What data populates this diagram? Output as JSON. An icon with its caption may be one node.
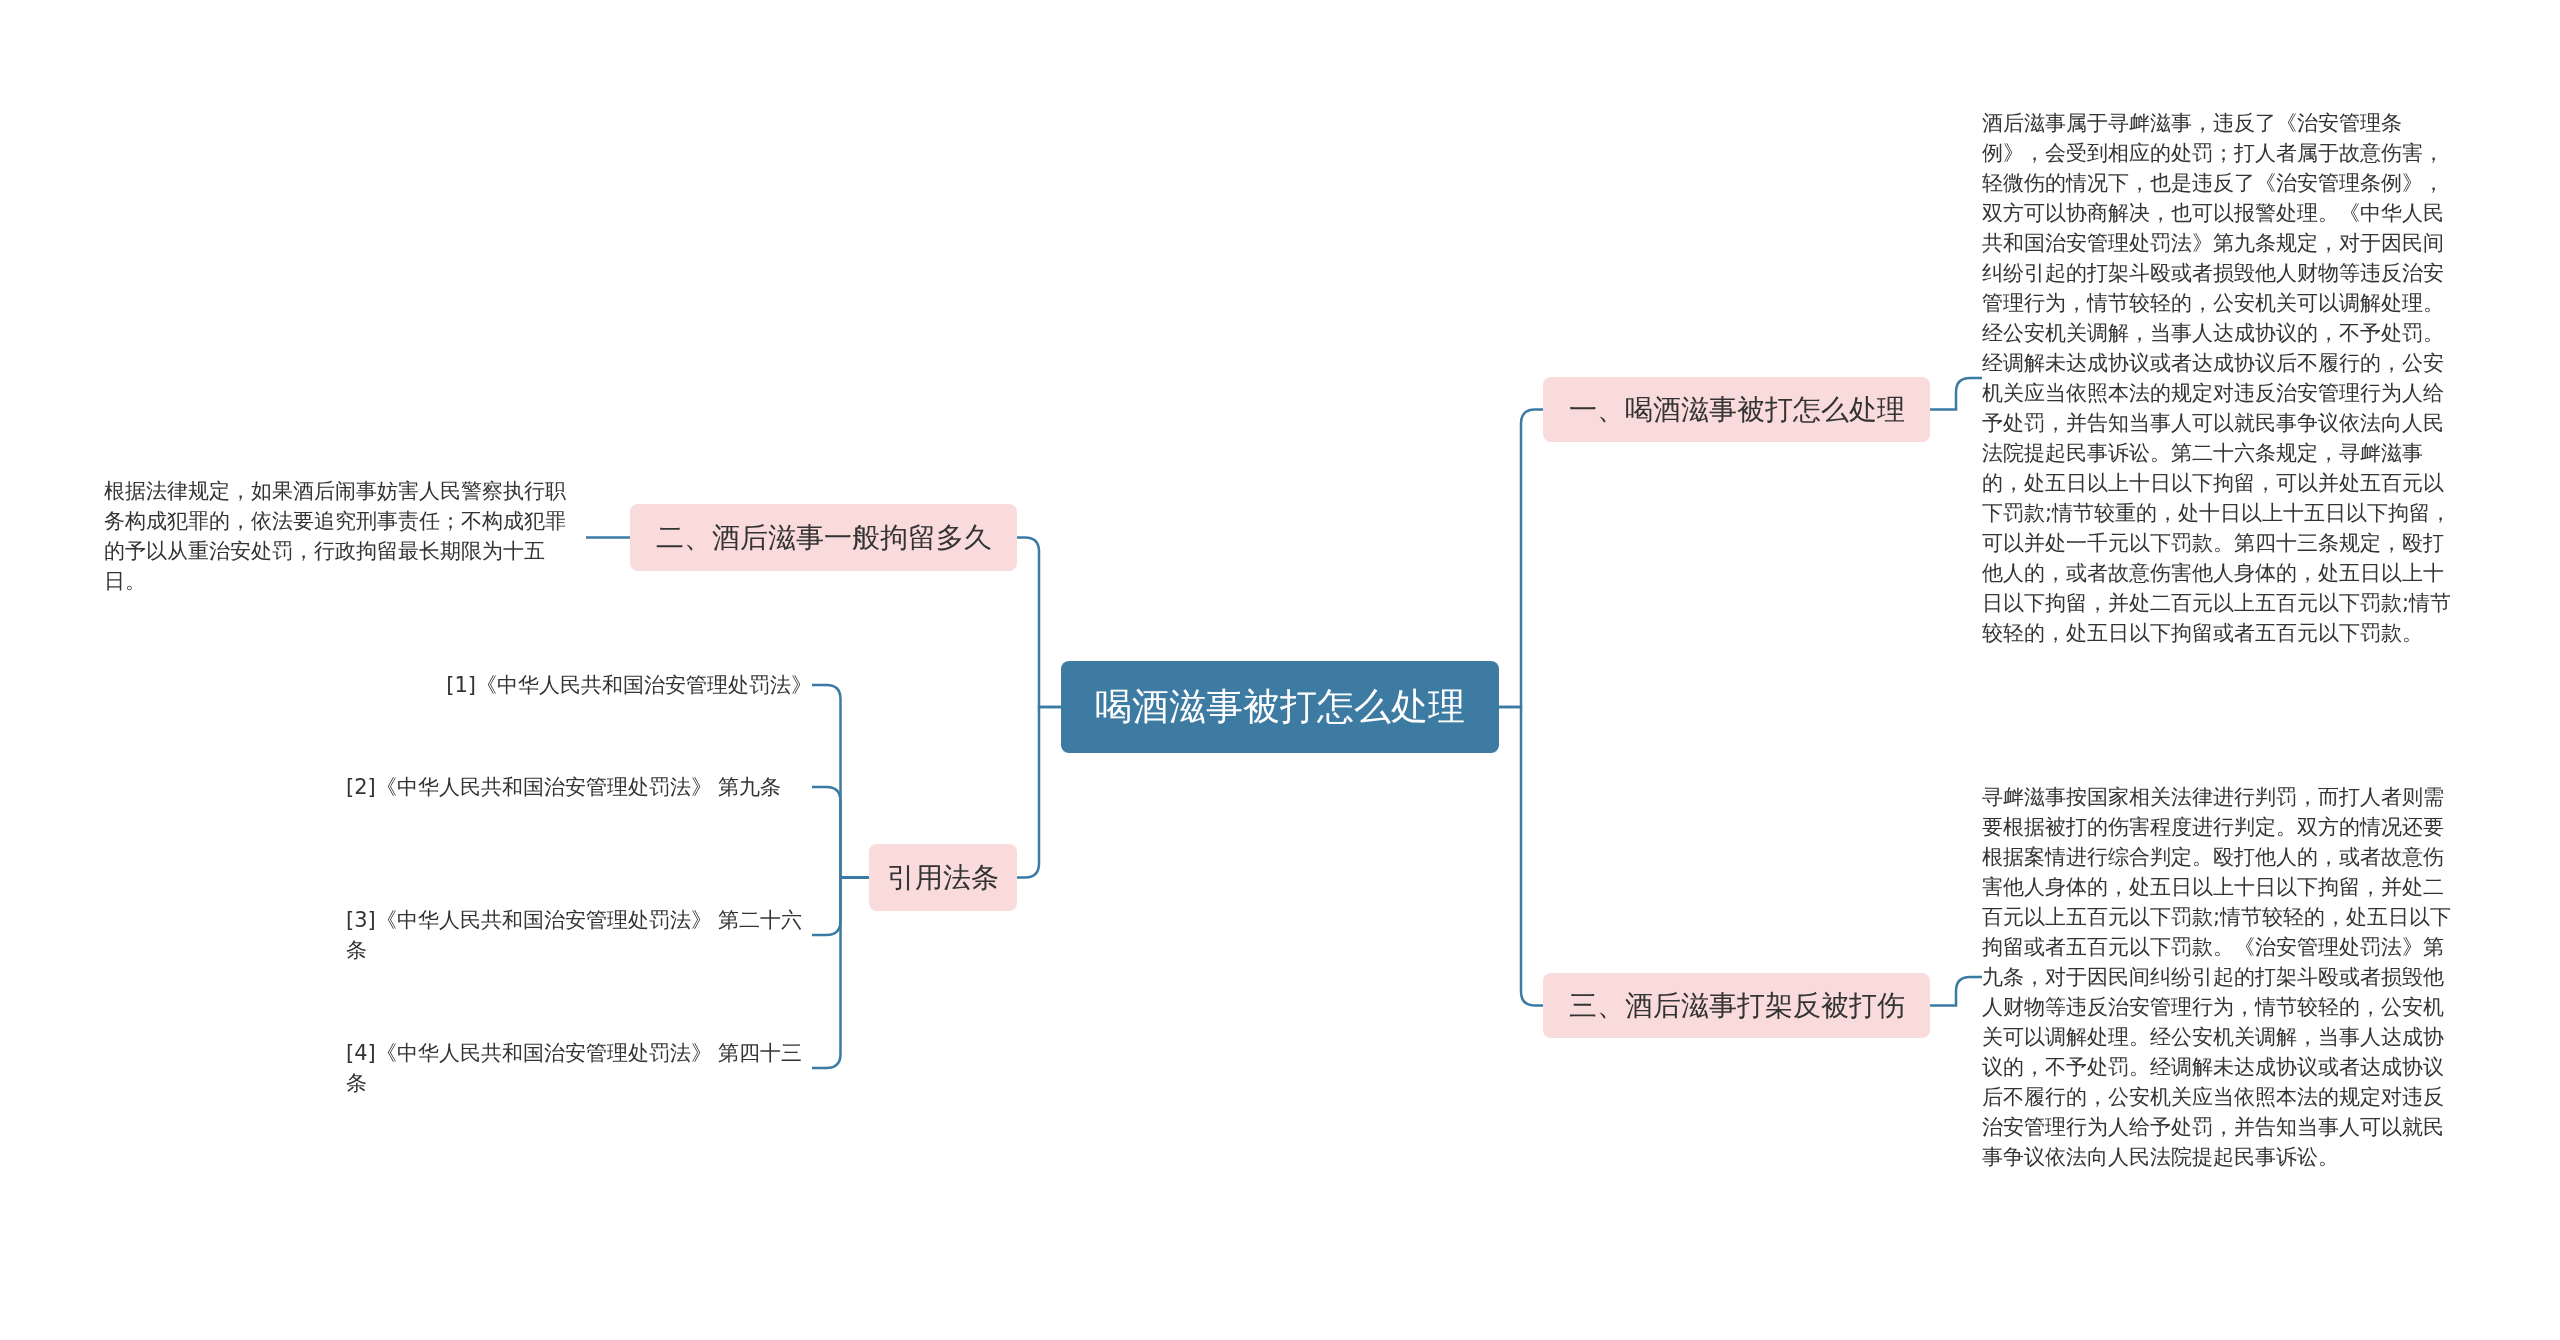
{
  "diagram": {
    "nodes": [
      {
        "text": [
          "喝酒滋事被打怎么处理"
        ]
      },
      {
        "text": [
          "一、喝酒滋事被打怎么处理"
        ]
      },
      {
        "text": [
          "酒后滋事属于寻衅滋事，违反了《治安管理条例》，会受到相应的处罚；打人者属于故意伤害，轻微伤的情况下，也是违反了《治安管理条例》，双方可以协商解决，也可以报警处理。《中华人民共和国治安管理处罚法》第九条规定，对于因民间纠纷引起的打架斗殴或者损毁他人财物等违反治安管理行为，情节较轻的，公安机关可以调解处理。经公安机关调解，当事人达成协议的，不予处罚。经调解未达成协议或者达成协议后不履行的，公安机关应当依照本法的规定对违反治安管理行为人给予处罚，并告知当事人可以就民事争议依法向人民法院提起民事诉讼。第二十六条规定，寻衅滋事的，处五日以上十日以下拘留，可以并处五百元以下罚款;情节较重的，处十日以上十五日以下拘留，可以并处一千元以下罚款。第四十三条规定，殴打他人的，或者故意伤害他人身体的，处五日以上十日以下拘留，并处二百元以上五百元以下罚款;情节较轻的，处五日以下拘留或者五百元以下罚款。"
        ]
      },
      {
        "text": [
          "三、酒后滋事打架反被打伤"
        ]
      },
      {
        "text": [
          "寻衅滋事按国家相关法律进行判罚，而打人者则需要根据被打的伤害程度进行判定。双方的情况还要根据案情进行综合判定。殴打他人的，或者故意伤害他人身体的，处五日以上十日以下拘留，并处二百元以上五百元以下罚款;情节较轻的，处五日以下拘留或者五百元以下罚款。《治安管理处罚法》第九条，对于因民间纠纷引起的打架斗殴或者损毁他人财物等违反治安管理行为，情节较轻的，公安机关可以调解处理。经公安机关调解，当事人达成协议的，不予处罚。经调解未达成协议或者达成协议后不履行的，公安机关应当依照本法的规定对违反治安管理行为人给予处罚，并告知当事人可以就民事争议依法向人民法院提起民事诉讼。"
        ]
      },
      {
        "text": [
          "二、酒后滋事一般拘留多久"
        ]
      },
      {
        "text": [
          "根据法律规定，如果酒后闹事妨害人民警察执行职务构成犯罪的，依法要追究刑事责任；不构成犯罪的予以从重治安处罚，行政拘留最长期限为十五日。"
        ]
      },
      {
        "text": [
          "引用法条"
        ]
      },
      {
        "text": [
          "[1]《中华人民共和国治安管理处罚法》"
        ]
      },
      {
        "text": [
          "[2]《中华人民共和国治安管理处罚法》 第九条"
        ]
      },
      {
        "text": [
          "[3]《中华人民共和国治安管理处罚法》 第二十六条"
        ]
      },
      {
        "text": [
          "[4]《中华人民共和国治安管理处罚法》 第四十三条"
        ]
      }
    ],
    "edges": [
      {
        "from": 0,
        "to": 1,
        "arrow": "none"
      },
      {
        "from": 1,
        "to": 2,
        "arrow": "none"
      },
      {
        "from": 0,
        "to": 3,
        "arrow": "none"
      },
      {
        "from": 3,
        "to": 4,
        "arrow": "none"
      },
      {
        "from": 0,
        "to": 5,
        "arrow": "none"
      },
      {
        "from": 5,
        "to": 6,
        "arrow": "none"
      },
      {
        "from": 0,
        "to": 7,
        "arrow": "none"
      },
      {
        "from": 7,
        "to": 8,
        "arrow": "none"
      },
      {
        "from": 7,
        "to": 9,
        "arrow": "none"
      },
      {
        "from": 7,
        "to": 10,
        "arrow": "none"
      },
      {
        "from": 7,
        "to": 11,
        "arrow": "none"
      }
    ]
  }
}
